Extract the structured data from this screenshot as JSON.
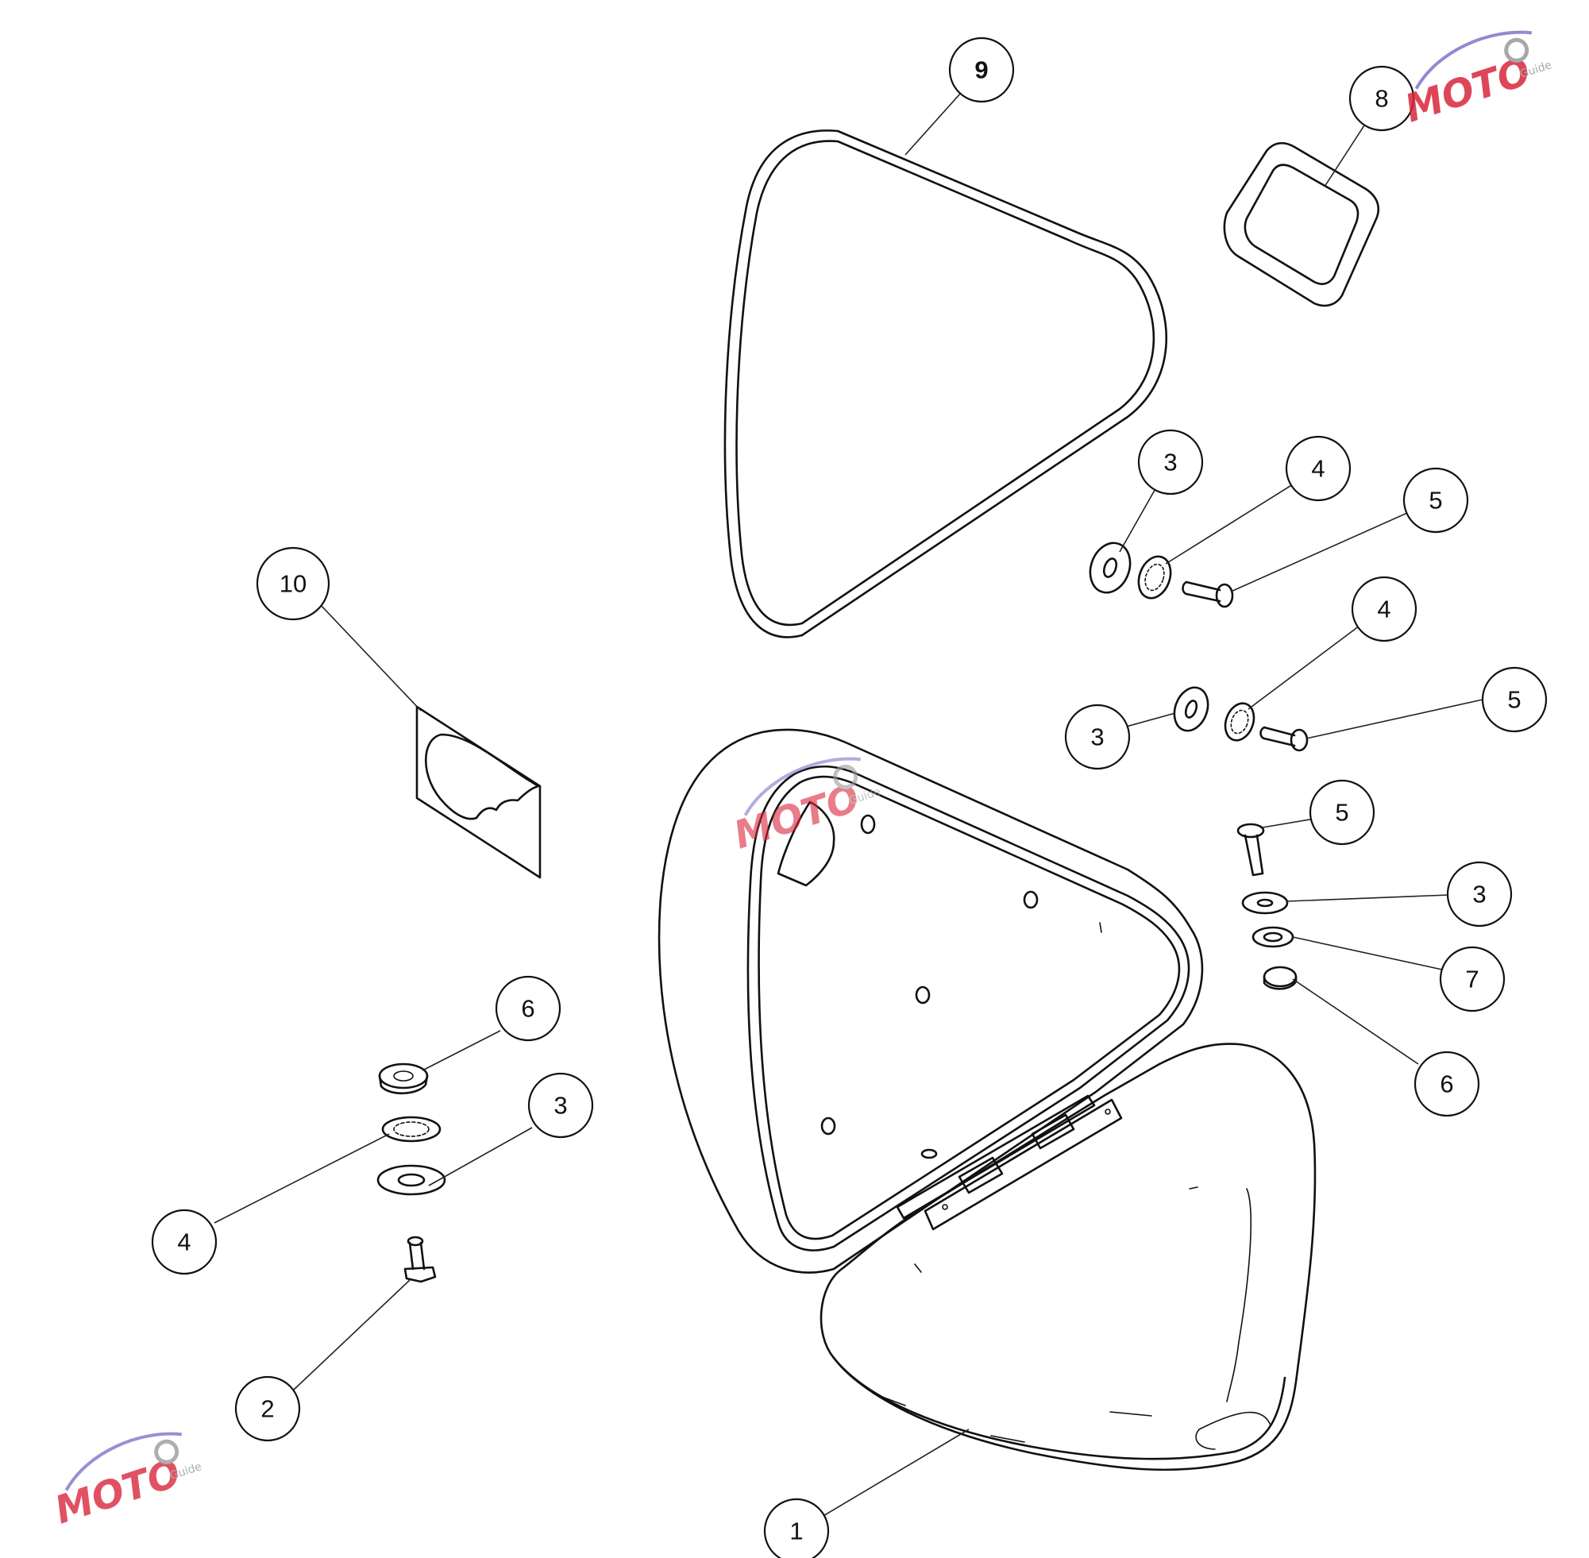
{
  "diagram": {
    "callouts": [
      {
        "id": "c9",
        "label": "9",
        "bold": true
      },
      {
        "id": "c8",
        "label": "8"
      },
      {
        "id": "c3a",
        "label": "3"
      },
      {
        "id": "c4a",
        "label": "4"
      },
      {
        "id": "c5a",
        "label": "5"
      },
      {
        "id": "c4b",
        "label": "4"
      },
      {
        "id": "c3b",
        "label": "3"
      },
      {
        "id": "c5b",
        "label": "5"
      },
      {
        "id": "c10",
        "label": "10"
      },
      {
        "id": "c5c",
        "label": "5"
      },
      {
        "id": "c3c",
        "label": "3"
      },
      {
        "id": "c7",
        "label": "7"
      },
      {
        "id": "c6a",
        "label": "6"
      },
      {
        "id": "c6b",
        "label": "6"
      },
      {
        "id": "c3d",
        "label": "3"
      },
      {
        "id": "c4c",
        "label": "4"
      },
      {
        "id": "c2",
        "label": "2"
      },
      {
        "id": "c1",
        "label": "1"
      }
    ],
    "watermark": {
      "brand": "MOTO",
      "sub": "Guide",
      "colors": {
        "red": "#d9263b",
        "gray": "#9a9a9a",
        "arc": "#7d76c9"
      }
    }
  }
}
